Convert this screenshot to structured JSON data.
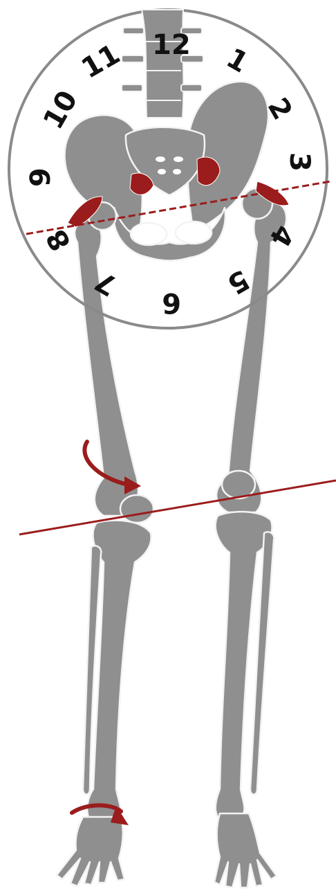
{
  "clock": {
    "numbers": [
      {
        "id": "12",
        "text": "12"
      },
      {
        "id": "1",
        "text": "1"
      },
      {
        "id": "2",
        "text": "2"
      },
      {
        "id": "3",
        "text": "3"
      },
      {
        "id": "4",
        "text": "4"
      },
      {
        "id": "5",
        "text": "5"
      },
      {
        "id": "6",
        "text": "6"
      },
      {
        "id": "7",
        "text": "7"
      },
      {
        "id": "8",
        "text": "8"
      },
      {
        "id": "9",
        "text": "9"
      },
      {
        "id": "10",
        "text": "10"
      },
      {
        "id": "11",
        "text": "11"
      }
    ]
  },
  "colors": {
    "bone": "#8f8f8f",
    "bone_outline": "#f3f3f3",
    "accent": "#9b1c1c",
    "circle": "#8a8a8a",
    "numbers": "#111111"
  },
  "icons": [
    "pelvis-clock-face",
    "skeleton-legs",
    "rotation-arrow-knee",
    "rotation-arrow-foot"
  ]
}
